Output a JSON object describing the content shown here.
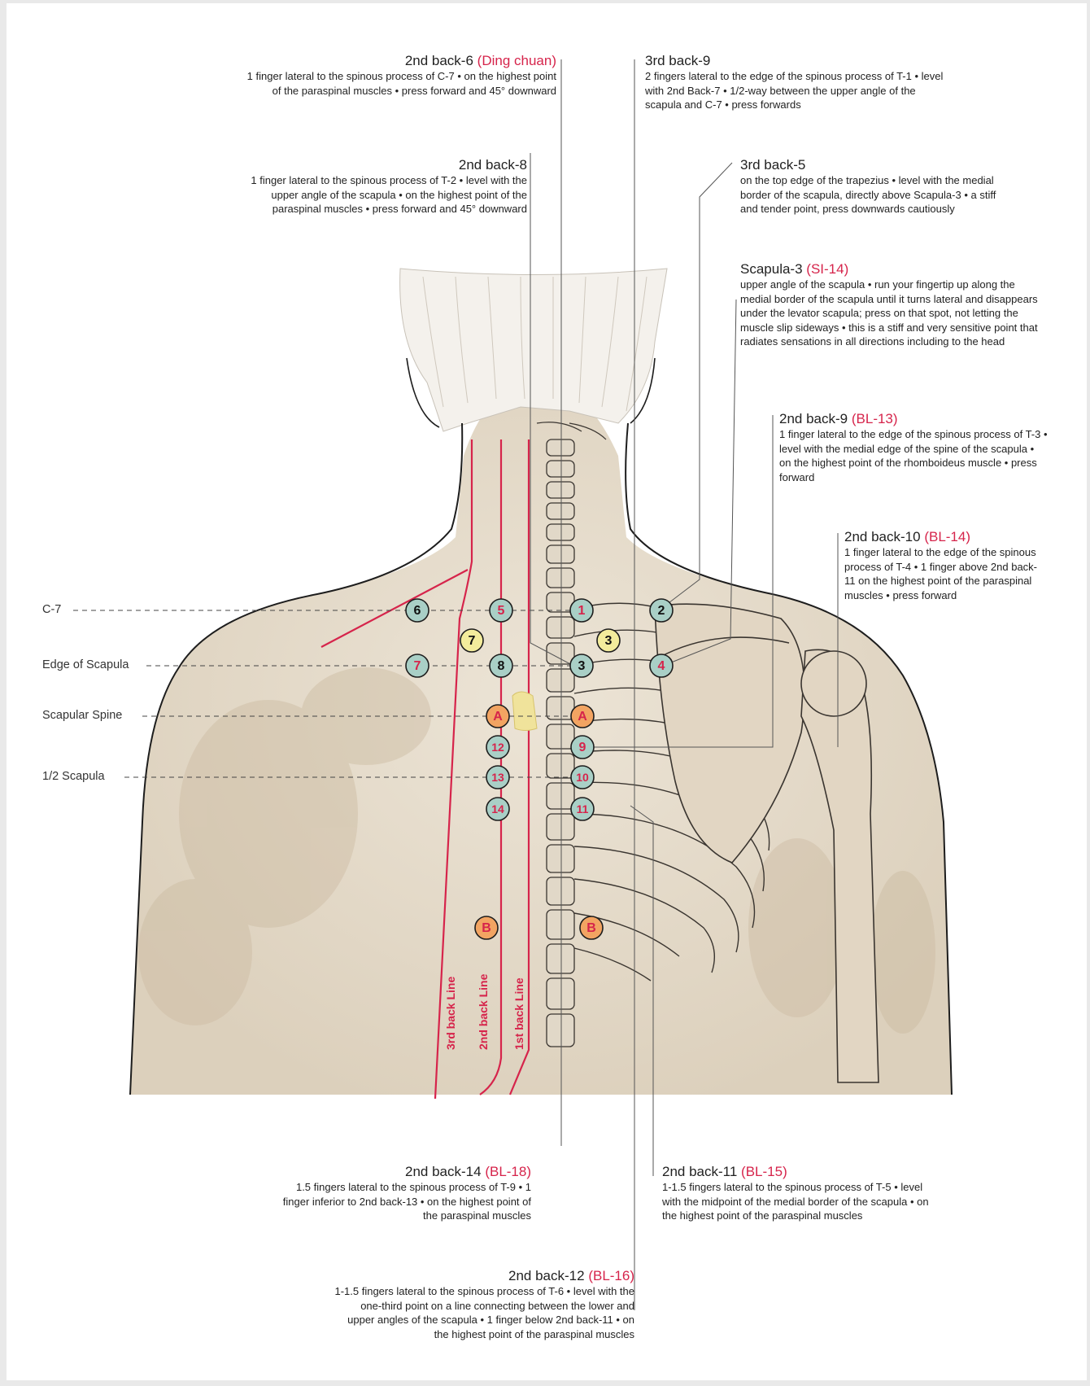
{
  "annotations": [
    {
      "id": "2nd-back-6",
      "title": "2nd back-6",
      "alt": "(Ding chuan)",
      "desc": "1 finger lateral to the spinous process of C-7 • on the highest point of the paraspinal muscles • press forward and 45° downward"
    },
    {
      "id": "3rd-back-9",
      "title": "3rd back-9",
      "alt": "",
      "desc": "2 fingers lateral to the edge of the spinous process of T-1 • level with 2nd Back-7 • 1/2-way between the upper angle of the scapula and C-7 • press forwards"
    },
    {
      "id": "2nd-back-8",
      "title": "2nd back-8",
      "alt": "",
      "desc": "1 finger lateral to the spinous process of T-2 • level with the upper angle of the scapula • on the highest point of the paraspinal muscles • press forward and 45° downward"
    },
    {
      "id": "3rd-back-5",
      "title": "3rd back-5",
      "alt": "",
      "desc": "on the top edge of the trapezius • level with the medial border of the scapula, directly above Scapula-3 • a stiff and tender point, press downwards cautiously"
    },
    {
      "id": "scapula-3",
      "title": "Scapula-3",
      "alt": "(SI-14)",
      "desc": "upper angle of the scapula • run your fingertip up along the medial border of the scapula until it turns lateral and disappears under the levator scapula; press on that spot, not letting the muscle slip sideways • this is a stiff and very sensitive point that radiates sensations in all directions including to the head"
    },
    {
      "id": "2nd-back-9",
      "title": "2nd back-9",
      "alt": "(BL-13)",
      "desc": "1 finger lateral to the edge of the spinous process of T-3 • level with the medial edge of the spine of the scapula • on the highest point of the rhomboideus muscle • press forward"
    },
    {
      "id": "2nd-back-10",
      "title": "2nd back-10",
      "alt": "(BL-14)",
      "desc": "1 finger lateral to the edge of the spinous process of T-4 • 1 finger above 2nd back-11 on the highest point of the paraspinal muscles • press forward"
    },
    {
      "id": "2nd-back-14",
      "title": "2nd back-14",
      "alt": "(BL-18)",
      "desc": "1.5 fingers lateral to the spinous process of T-9 • 1 finger inferior to 2nd back-13 • on the highest point of the paraspinal muscles"
    },
    {
      "id": "2nd-back-11",
      "title": "2nd back-11",
      "alt": "(BL-15)",
      "desc": "1-1.5 fingers lateral to the spinous process of T-5 • level with the midpoint of the medial border of the scapula • on the highest point of the paraspinal muscles"
    },
    {
      "id": "2nd-back-12",
      "title": "2nd back-12",
      "alt": "(BL-16)",
      "desc": "1-1.5 fingers lateral to the spinous process of T-6 • level with the one-third point on a line connecting between the lower and upper angles of the scapula • 1 finger below 2nd back-11 • on the highest point of the paraspinal muscles"
    }
  ],
  "levels": [
    "C-7",
    "Edge of Scapula",
    "Scapular Spine",
    "1/2 Scapula"
  ],
  "line_labels": [
    "3rd back Line",
    "2nd back Line",
    "1st back Line"
  ],
  "markers": [
    {
      "label": "6",
      "kind": "teal-dark"
    },
    {
      "label": "5",
      "kind": "teal-red"
    },
    {
      "label": "1",
      "kind": "teal-red"
    },
    {
      "label": "2",
      "kind": "teal-dark"
    },
    {
      "label": "7",
      "kind": "yellow"
    },
    {
      "label": "3",
      "kind": "yellow"
    },
    {
      "label": "7",
      "kind": "teal-red"
    },
    {
      "label": "8",
      "kind": "teal-dark"
    },
    {
      "label": "3",
      "kind": "teal-dark"
    },
    {
      "label": "4",
      "kind": "teal-red"
    },
    {
      "label": "A",
      "kind": "orange"
    },
    {
      "label": "A",
      "kind": "orange"
    },
    {
      "label": "12",
      "kind": "teal-red"
    },
    {
      "label": "9",
      "kind": "teal-red"
    },
    {
      "label": "13",
      "kind": "teal-red"
    },
    {
      "label": "10",
      "kind": "teal-red"
    },
    {
      "label": "14",
      "kind": "teal-red"
    },
    {
      "label": "11",
      "kind": "teal-red"
    },
    {
      "label": "B",
      "kind": "orange"
    },
    {
      "label": "B",
      "kind": "orange"
    }
  ],
  "colors": {
    "accent_red": "#d6244b",
    "teal": "#a9cfc6",
    "yellow": "#f3ec9c",
    "orange": "#f2a462",
    "skin": "#e8dfd1",
    "outline": "#1d1d1d"
  }
}
